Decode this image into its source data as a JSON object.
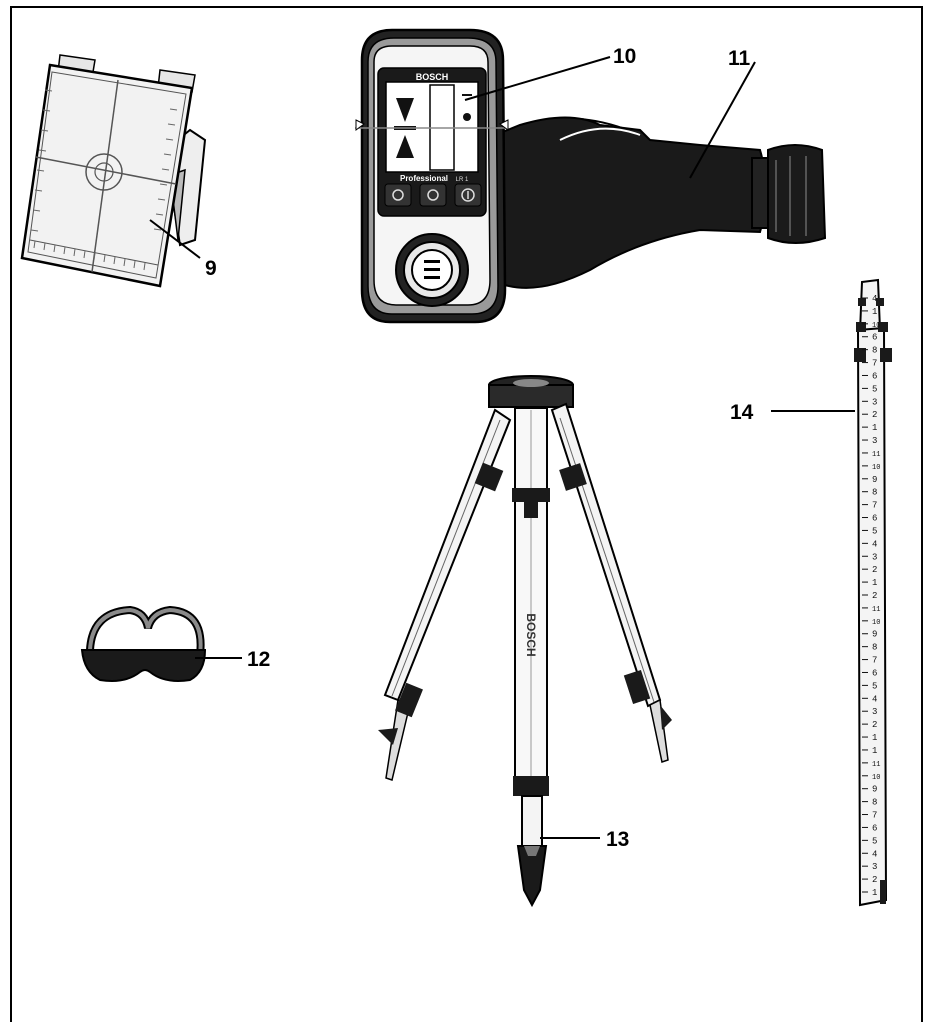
{
  "callouts": {
    "c9": {
      "label": "9"
    },
    "c10": {
      "label": "10"
    },
    "c11": {
      "label": "11"
    },
    "c12": {
      "label": "12"
    },
    "c13": {
      "label": "13"
    },
    "c14": {
      "label": "14"
    }
  },
  "receiver": {
    "brand": "BOSCH",
    "product_line": "Professional",
    "model_mark": "LR 1"
  },
  "tripod": {
    "brand": "BOSCH"
  },
  "rod": {
    "scale_labels": [
      "4",
      "1",
      "10",
      "6",
      "8",
      "7",
      "6",
      "5",
      "3",
      "2",
      "1",
      "3",
      "11",
      "10",
      "9",
      "8",
      "7",
      "6",
      "5",
      "4",
      "3",
      "2",
      "1",
      "2",
      "11",
      "10",
      "9",
      "8",
      "7",
      "6",
      "5",
      "4",
      "3",
      "2",
      "1",
      "1",
      "11",
      "10",
      "9",
      "8",
      "7",
      "6",
      "5",
      "4",
      "3",
      "2",
      "1"
    ]
  },
  "colors": {
    "ink": "#000000",
    "dark_body": "#1a1a1a",
    "grey": "#8a8a8a",
    "light_grey": "#d9d9d9",
    "paper": "#ffffff"
  }
}
